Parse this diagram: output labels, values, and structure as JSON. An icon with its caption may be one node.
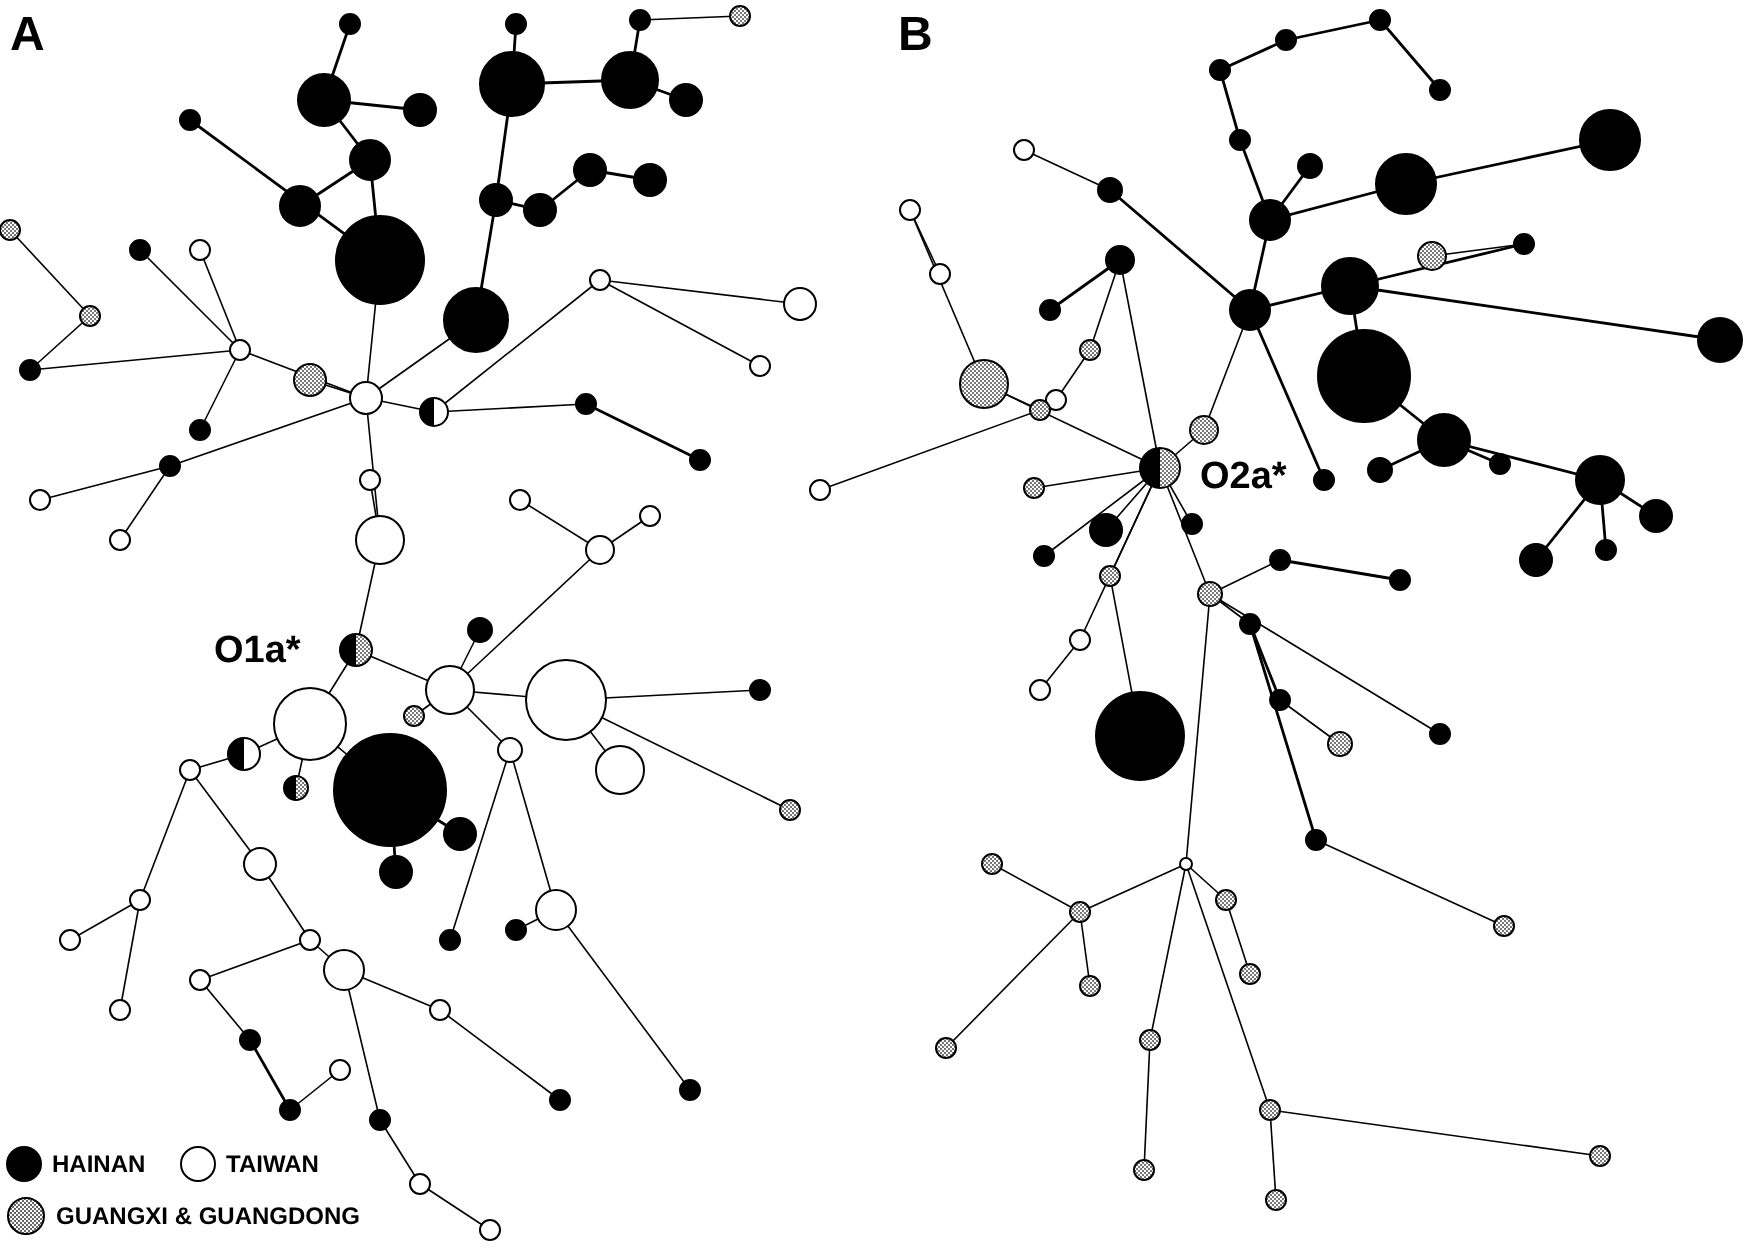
{
  "diagram": {
    "labels": [
      "A",
      "B",
      "O1a*",
      "O2a*"
    ],
    "legend": [
      {
        "text": "HAINAN",
        "color": "#000000"
      },
      {
        "text": "TAIWAN",
        "color": "#ffffff"
      },
      {
        "text": "GUANGXI & GUANGDONG"
      }
    ]
  }
}
